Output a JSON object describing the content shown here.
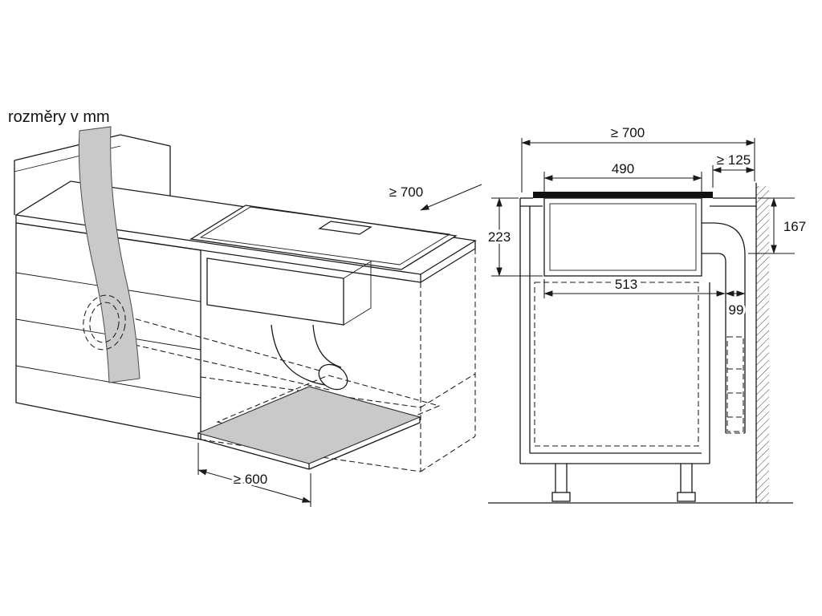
{
  "title": "rozměry v mm",
  "perspective_view": {
    "dim_worktop_depth": "≥ 700",
    "dim_pullout_depth": "≥ 600"
  },
  "section_view": {
    "dim_niche_depth": "≥ 700",
    "dim_wall_clearance": "≥ 125",
    "dim_cutout_width": "490",
    "dim_unit_height": "223",
    "dim_duct_drop": "167",
    "dim_depth_to_duct": "513",
    "dim_duct_width": "99"
  }
}
